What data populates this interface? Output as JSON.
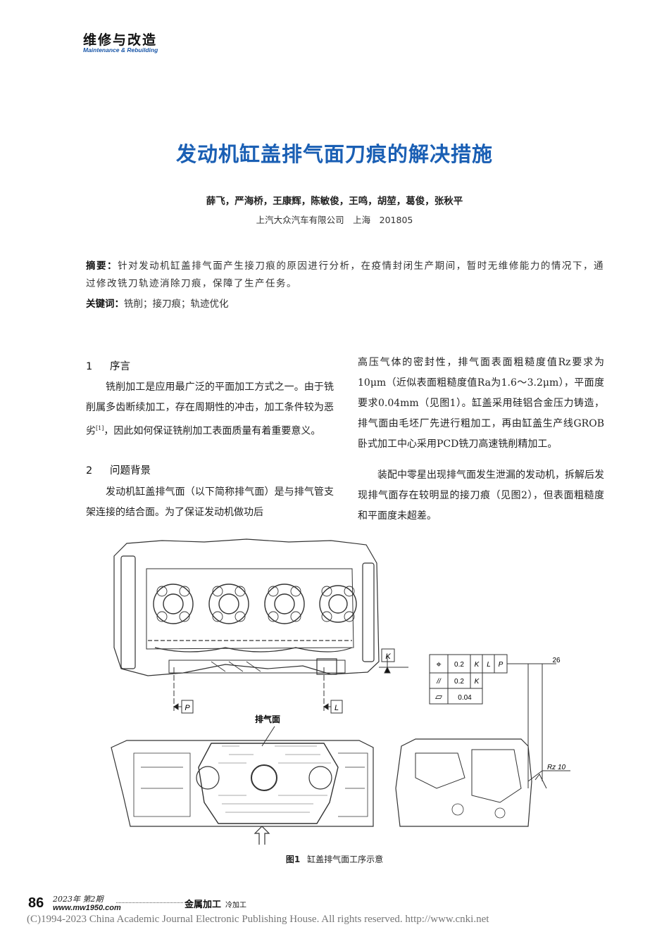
{
  "header": {
    "column_cn": "维修与改造",
    "column_en": "Maintenance & Rebuilding"
  },
  "article": {
    "title": "发动机缸盖排气面刀痕的解决措施",
    "authors": "薛飞，严海桥，王康辉，陈敏俊，王鸣，胡堃，葛俊，张秋平",
    "affiliation": "上汽大众汽车有限公司　上海　201805",
    "abstract_label": "摘要：",
    "abstract_text": "针对发动机缸盖排气面产生接刀痕的原因进行分析，在疫情封闭生产期间，暂时无维修能力的情况下，通过修改铣刀轨迹消除刀痕，保障了生产任务。",
    "keywords_label": "关键词：",
    "keywords_text": "铣削；接刀痕；轨迹优化"
  },
  "sections": [
    {
      "num": "1",
      "title": "序言",
      "text_a": "铣削加工是应用最广泛的平面加工方式之一。由于铣削属多齿断续加工，存在周期性的冲击，加工条件较为恶劣",
      "ref": "[1]",
      "text_b": "，因此如何保证铣削加工表面质量有着重要意义。"
    },
    {
      "num": "2",
      "title": "问题背景",
      "text": "发动机缸盖排气面（以下简称排气面）是与排气管支架连接的结合面。为了保证发动机做功后"
    }
  ],
  "column2": {
    "para1": "高压气体的密封性，排气面表面粗糙度值Rz要求为10μm（近似表面粗糙度值Ra为1.6～3.2μm），平面度要求0.04mm（见图1）。缸盖采用硅铝合金压力铸造，排气面由毛坯厂先进行粗加工，再由缸盖生产线GROB卧式加工中心采用PCD铣刀高速铣削精加工。",
    "para2": "装配中零星出现排气面发生泄漏的发动机，拆解后发现排气面存在较明显的接刀痕（见图2），但表面粗糙度和平面度未超差。"
  },
  "figure": {
    "label": "图1",
    "caption": "缸盖排气面工序示意",
    "callout": "排气面",
    "datum_k": "K",
    "datum_p": "P",
    "datum_l": "L",
    "dimension": "26",
    "roughness": "Rz 10",
    "tol_rows": [
      {
        "symbol": "⌖",
        "value": "0.2",
        "refs": [
          "K",
          "L",
          "P"
        ]
      },
      {
        "symbol": "//",
        "value": "0.2",
        "refs": [
          "K"
        ]
      },
      {
        "symbol": "▱",
        "value": "0.04",
        "refs": []
      }
    ]
  },
  "footer": {
    "page": "86",
    "issue": "2023年 第2期",
    "website": "www.mw1950.com",
    "journal": "金属加工",
    "journal_sub": "冷加工",
    "copyright": "(C)1994-2023 China Academic Journal Electronic Publishing House. All rights reserved.    http://www.cnki.net"
  },
  "colors": {
    "title": "#1a5fb4",
    "header_en": "#1a57a8",
    "copyright": "#777777"
  }
}
